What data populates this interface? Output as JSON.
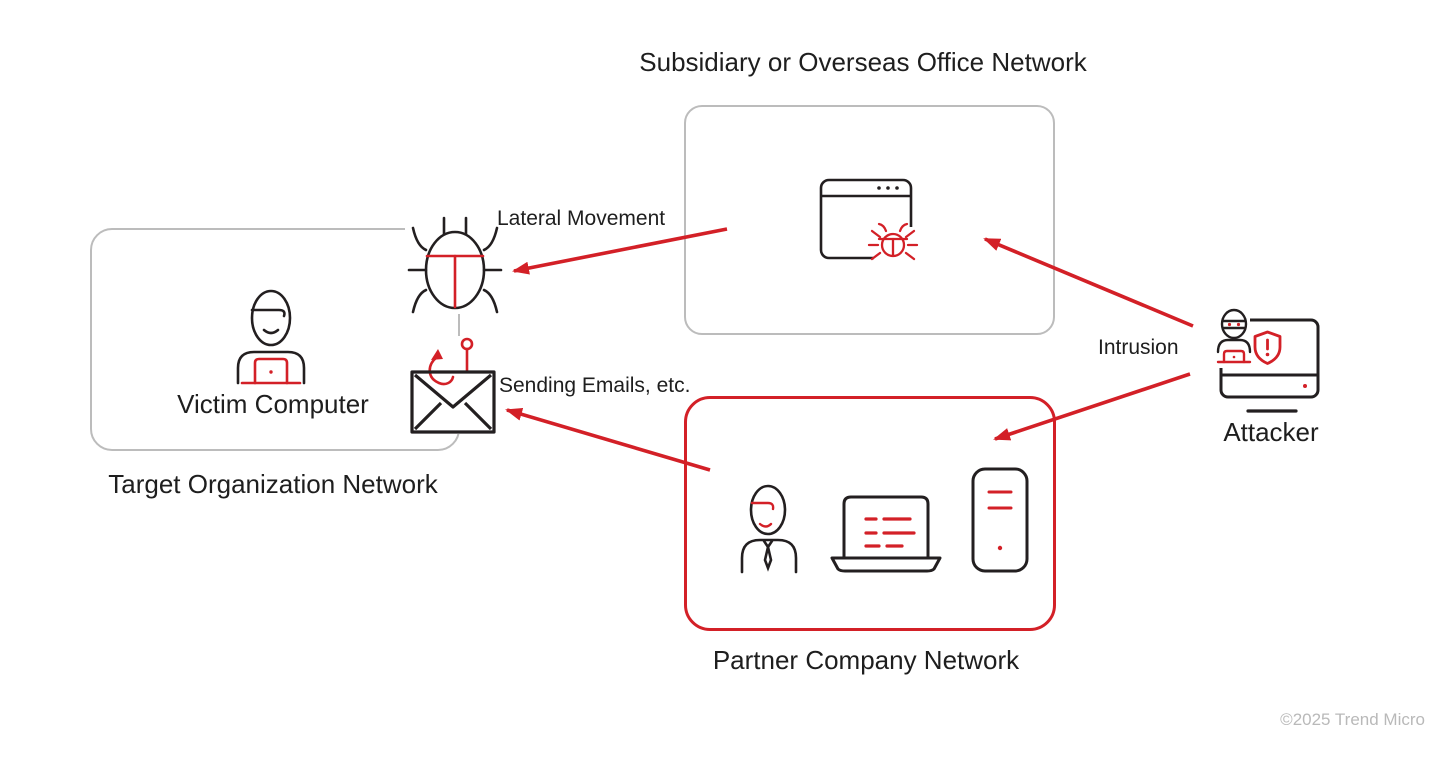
{
  "labels": {
    "subsidiary_title": "Subsidiary or Overseas Office Network",
    "target_title": "Target Organization Network",
    "partner_title": "Partner Company Network",
    "victim_caption": "Victim Computer",
    "attacker_caption": "Attacker",
    "lateral_movement": "Lateral Movement",
    "intrusion": "Intrusion",
    "sending_emails": "Sending Emails, etc."
  },
  "footer": {
    "copyright": "©2025 Trend Micro"
  },
  "colors": {
    "accent_red": "#d32027",
    "outline_dark": "#231f20",
    "border_gray": "#bcbcbc",
    "muted_text": "#b9b9b9",
    "background": "#ffffff"
  },
  "icons": [
    "victim-user-laptop-icon",
    "bug-malware-icon",
    "phishing-email-icon",
    "browser-infected-icon",
    "partner-employee-icon",
    "partner-laptop-icon",
    "server-icon",
    "attacker-hacker-monitor-icon",
    "alert-shield-icon"
  ]
}
